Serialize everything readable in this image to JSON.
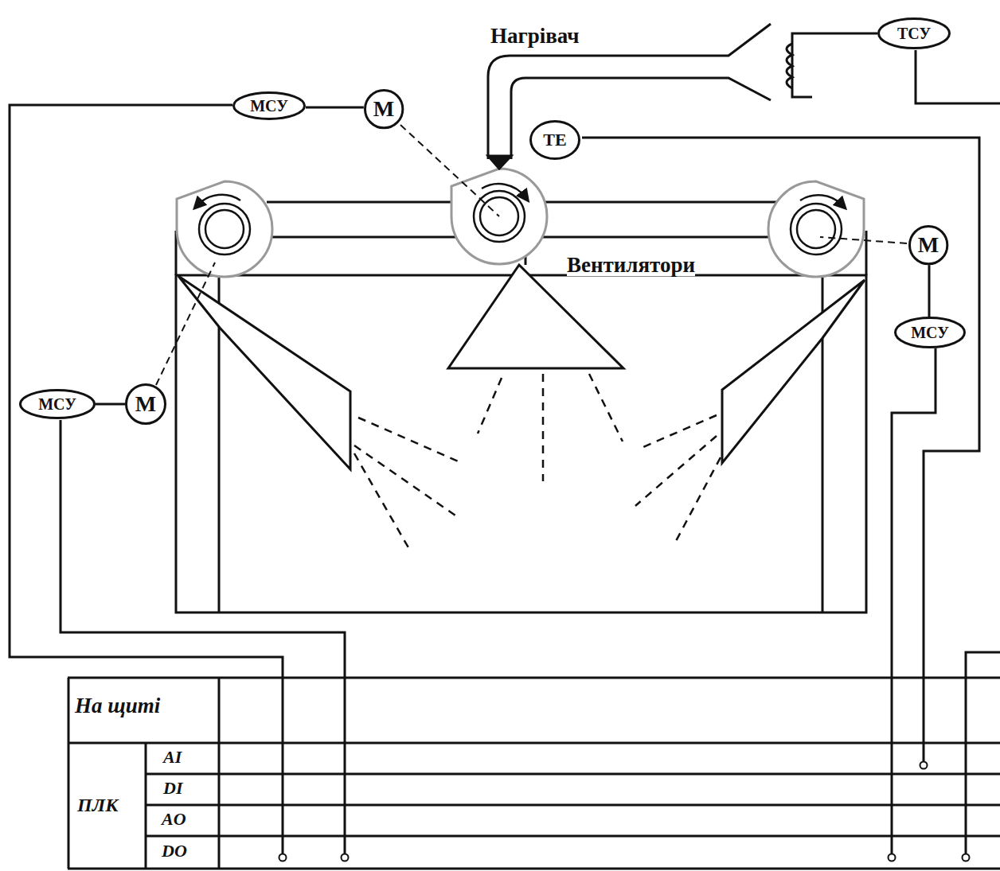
{
  "diagram": {
    "nodes": [
      {
        "text": [
          "ТСУ"
        ]
      },
      {
        "text": [
          "МСУ"
        ]
      },
      {
        "text": [
          "M"
        ]
      },
      {
        "text": [
          "TE"
        ]
      },
      {
        "text": [
          "M"
        ]
      },
      {
        "text": [
          "МСУ"
        ]
      },
      {
        "text": [
          "МСУ"
        ]
      },
      {
        "text": [
          "M"
        ]
      }
    ],
    "edges": [
      {
        "from": 1,
        "to": 2,
        "arrow": "none"
      },
      {
        "from": 4,
        "to": 5,
        "arrow": "none"
      },
      {
        "from": 6,
        "to": 7,
        "arrow": "none"
      }
    ],
    "labels": [
      "Нагрівач",
      "Вентилятори",
      "На щиті",
      "ПЛК",
      "AI",
      "DI",
      "AO",
      "DO"
    ]
  }
}
